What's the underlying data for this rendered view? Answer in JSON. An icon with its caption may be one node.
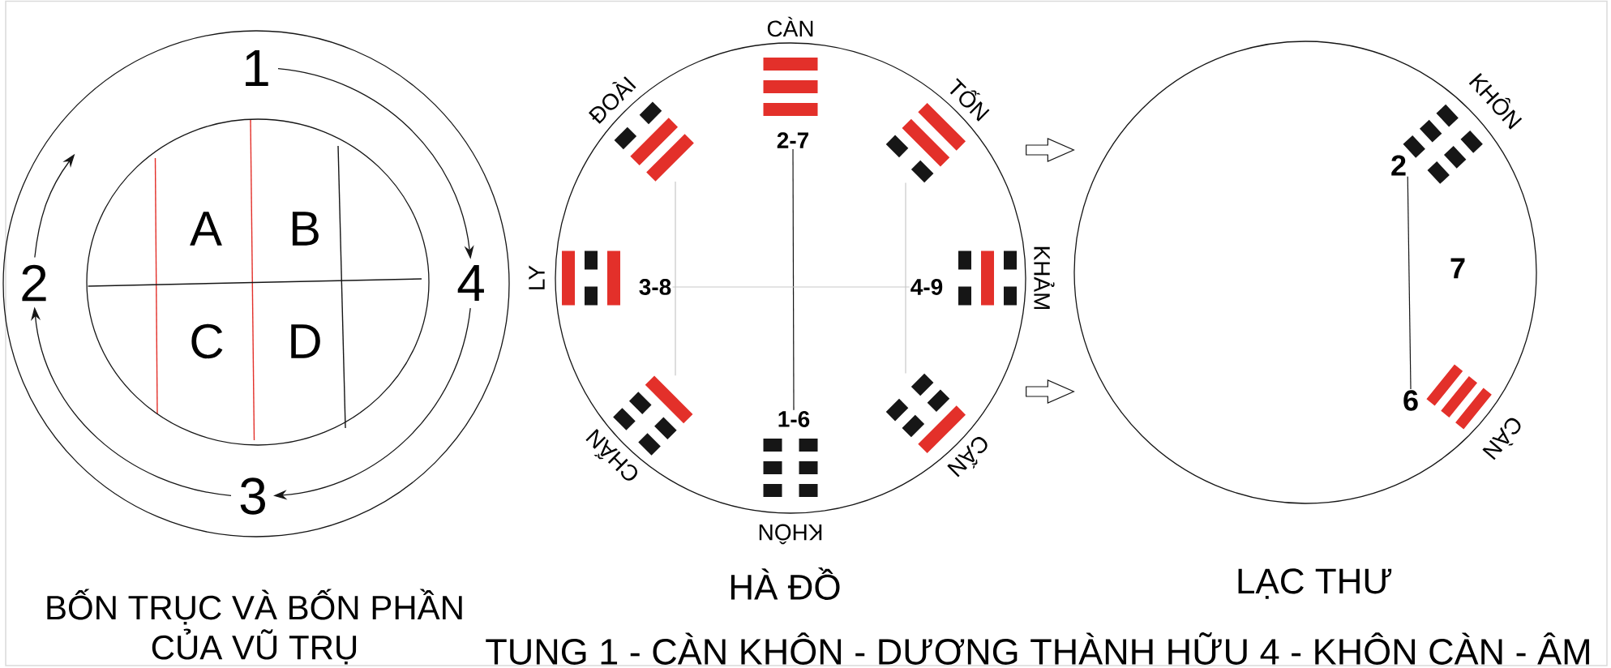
{
  "diagram": {
    "caption": "TUNG 1 - CÀN KHÔN - DƯƠNG THÀNH HỮU 4 - KHÔN CÀN - ÂM",
    "nodes": [
      {
        "text": [],
        "shape": "circle",
        "beside": [
          "BỐN TRỤC VÀ BỐN PHẦN CỦA VŨ TRỤ"
        ]
      },
      {
        "text": [
          "1"
        ],
        "in": 0
      },
      {
        "text": [
          "A",
          "B",
          "C",
          "D"
        ],
        "in": 0
      },
      {
        "text": [
          "2"
        ],
        "in": 0
      },
      {
        "text": [
          "4"
        ],
        "in": 0
      },
      {
        "text": [
          "3"
        ],
        "in": 0
      },
      {
        "text": [],
        "shape": "circle",
        "beside": [
          "HÀ ĐỒ"
        ]
      },
      {
        "text": [],
        "shape": "picture",
        "beside": [
          "CÀN"
        ],
        "in": 6
      },
      {
        "text": [],
        "shape": "picture",
        "beside": [
          "ĐOÀI"
        ],
        "in": 6
      },
      {
        "text": [
          "2-7"
        ],
        "in": 6
      },
      {
        "text": [],
        "shape": "picture",
        "beside": [
          "TỐN"
        ],
        "in": 6
      },
      {
        "text": [],
        "shape": "picture",
        "beside": [
          "LY"
        ],
        "in": 6
      },
      {
        "text": [
          "3-8"
        ],
        "in": 6
      },
      {
        "text": [
          "4-9"
        ],
        "in": 6
      },
      {
        "text": [],
        "shape": "picture",
        "beside": [
          "KHẢM"
        ],
        "in": 6
      },
      {
        "text": [],
        "shape": "picture",
        "beside": [
          "CHẤN"
        ],
        "in": 6
      },
      {
        "text": [
          "1-6"
        ],
        "in": 6
      },
      {
        "text": [],
        "shape": "picture",
        "beside": [
          "CẤN"
        ],
        "in": 6
      },
      {
        "text": [],
        "shape": "picture",
        "beside": [
          "KHÔN"
        ],
        "in": 6
      },
      {
        "text": [
          "7"
        ],
        "beside": [
          "LẠC THƯ"
        ]
      },
      {
        "text": [
          "KHÔN"
        ],
        "in": 19
      },
      {
        "text": [
          "2"
        ],
        "in": 19
      },
      {
        "text": [
          "6"
        ],
        "in": 19
      },
      {
        "text": [
          "CÀN"
        ],
        "in": 19
      }
    ],
    "edges": [
      {
        "from": 1,
        "to": 4,
        "arrow": "to"
      },
      {
        "from": 4,
        "to": 5,
        "arrow": "to"
      },
      {
        "from": 5,
        "to": 3,
        "arrow": "to"
      },
      {
        "from": 3,
        "to": null,
        "arrow": "to"
      },
      {
        "from": 9,
        "to": 16,
        "arrow": "none"
      },
      {
        "from": 12,
        "to": 13,
        "arrow": "none",
        "color": "#c8c8c8"
      },
      {
        "from": 8,
        "to": 15,
        "arrow": "none",
        "color": "#c8c8c8"
      },
      {
        "from": 10,
        "to": 17,
        "arrow": "none",
        "color": "#c8c8c8"
      },
      {
        "from": 6,
        "to": 19,
        "arrow": "to"
      },
      {
        "from": 6,
        "to": 19,
        "arrow": "to"
      },
      {
        "from": 21,
        "to": 22,
        "arrow": "none"
      }
    ]
  }
}
